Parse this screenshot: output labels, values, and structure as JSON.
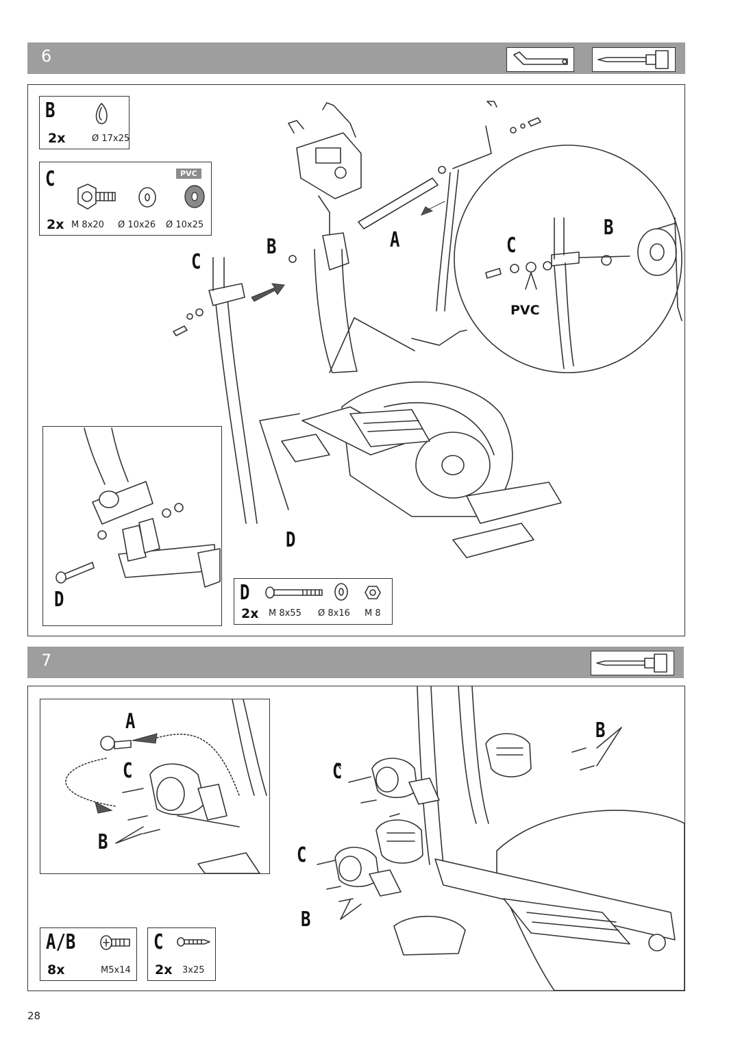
{
  "steps": [
    {
      "number": "6",
      "tools": [
        "allen-key-icon",
        "screwdriver-icon"
      ],
      "parts": {
        "B": {
          "letter": "B",
          "qty": "2x",
          "dim": "Ø 17x25"
        },
        "C": {
          "letter": "C",
          "qty": "2x",
          "dims": [
            "M 8x20",
            "Ø 10x26",
            "Ø 10x25"
          ],
          "pvc_tag": "PVC"
        },
        "D": {
          "letter": "D",
          "qty": "2x",
          "dims": [
            "M 8x55",
            "Ø 8x16",
            "M 8"
          ]
        }
      },
      "callouts": {
        "A": "A",
        "B": "B",
        "C": "C",
        "D": "D",
        "detail_C": "C",
        "detail_B": "B",
        "detail_pvc": "PVC",
        "inset_D": "D"
      }
    },
    {
      "number": "7",
      "tools": [
        "screwdriver-icon"
      ],
      "parts": {
        "AB": {
          "letter": "A/B",
          "qty": "8x",
          "dim": "M5x14"
        },
        "C": {
          "letter": "C",
          "qty": "2x",
          "dim": "3x25"
        }
      },
      "callouts": {
        "inset_A": "A",
        "inset_C": "C",
        "inset_B": "B",
        "main_C1": "C",
        "main_B1": "B",
        "main_C2": "C",
        "main_B2": "B"
      }
    }
  ],
  "page_number": "28"
}
